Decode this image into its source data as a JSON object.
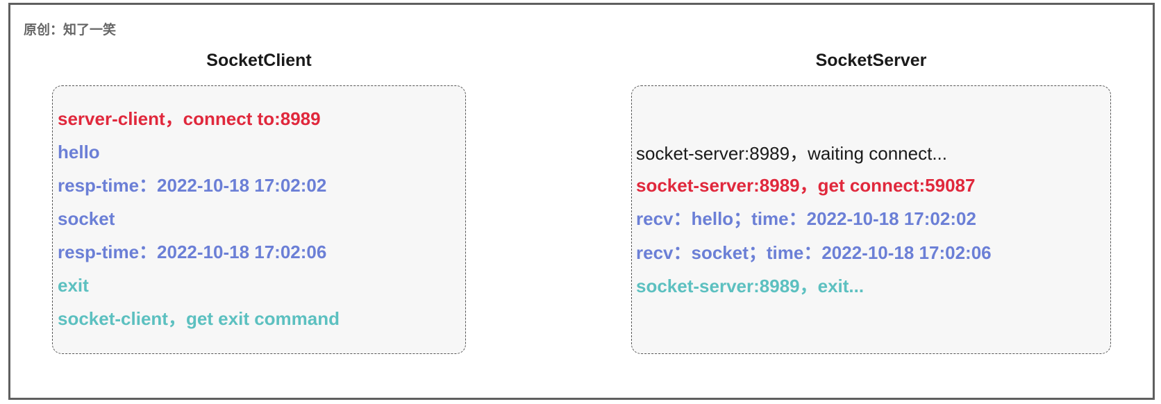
{
  "credit": "原创：知了一笑",
  "client": {
    "title": "SocketClient",
    "lines": [
      {
        "text": "server-client，connect to:8989",
        "color": "#e0283c",
        "bold": true
      },
      {
        "text": "hello",
        "color": "#6b7fd6",
        "bold": true
      },
      {
        "text": "resp-time：2022-10-18 17:02:02",
        "color": "#6b7fd6",
        "bold": true
      },
      {
        "text": "socket",
        "color": "#6b7fd6",
        "bold": true
      },
      {
        "text": "resp-time：2022-10-18 17:02:06",
        "color": "#6b7fd6",
        "bold": true
      },
      {
        "text": "exit",
        "color": "#5cc0c0",
        "bold": true
      },
      {
        "text": "socket-client，get exit command",
        "color": "#5cc0c0",
        "bold": true
      }
    ]
  },
  "server": {
    "title": "SocketServer",
    "lines": [
      {
        "text": "socket-server:8989，waiting connect...",
        "color": "#1a1a1a",
        "bold": false
      },
      {
        "text": "socket-server:8989，get connect:59087",
        "color": "#e0283c",
        "bold": true
      },
      {
        "text": "recv：hello；time：2022-10-18 17:02:02",
        "color": "#6b7fd6",
        "bold": true
      },
      {
        "text": "recv：socket；time：2022-10-18 17:02:06",
        "color": "#6b7fd6",
        "bold": true
      },
      {
        "text": "socket-server:8989，exit...",
        "color": "#5cc0c0",
        "bold": true
      }
    ]
  }
}
